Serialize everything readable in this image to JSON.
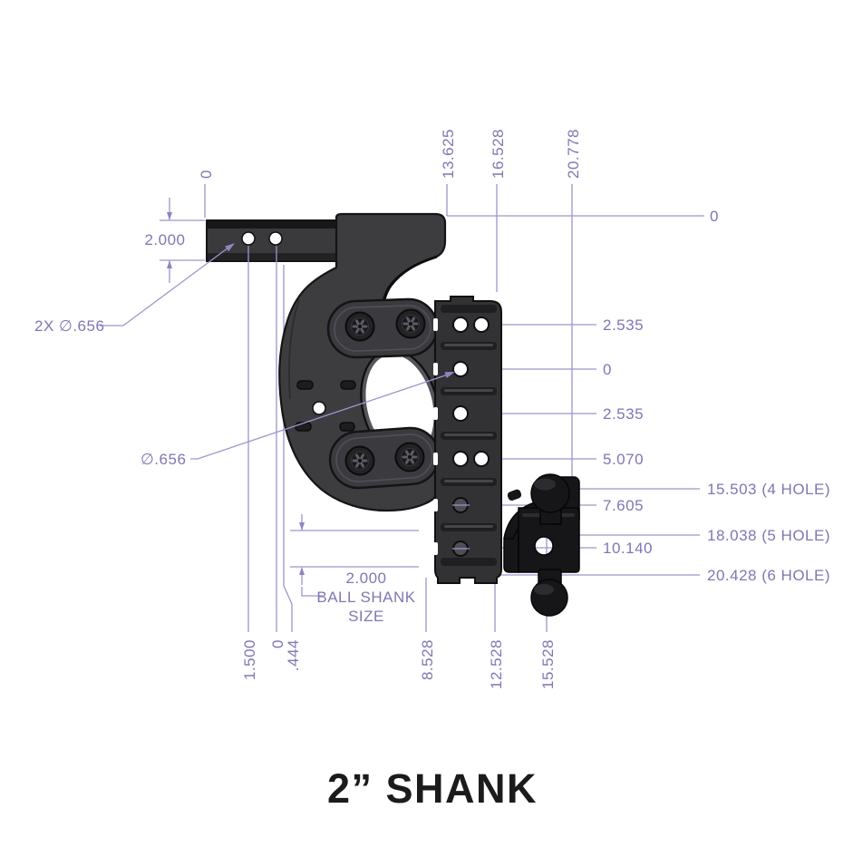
{
  "title": "2” SHANK",
  "colors": {
    "dimension_line": "#9c96cb",
    "dimension_text": "#7f77b3",
    "body_gray": "#3d3d40",
    "rack_gray": "#323235",
    "mount_black": "#161618",
    "title_black": "#1b1b1b",
    "background": "#ffffff"
  },
  "labels": {
    "top": [
      "0",
      "13.625",
      "16.528",
      "20.778"
    ],
    "origin_right": "0",
    "right": [
      "2.535",
      "0",
      "2.535",
      "5.070",
      "7.605",
      "10.140"
    ],
    "hole_leaders": [
      "15.503 (4 HOLE)",
      "18.038 (5 HOLE)",
      "20.428 (6 HOLE)"
    ],
    "bottom": [
      "1.500",
      "0",
      ".444",
      "8.528",
      "12.528",
      "15.528"
    ],
    "shank_height": "2.000",
    "pin_holes": "2X ∅.656",
    "center_hole": "∅.656",
    "ball_shank": [
      "2.000",
      "BALL SHANK",
      "SIZE"
    ]
  }
}
